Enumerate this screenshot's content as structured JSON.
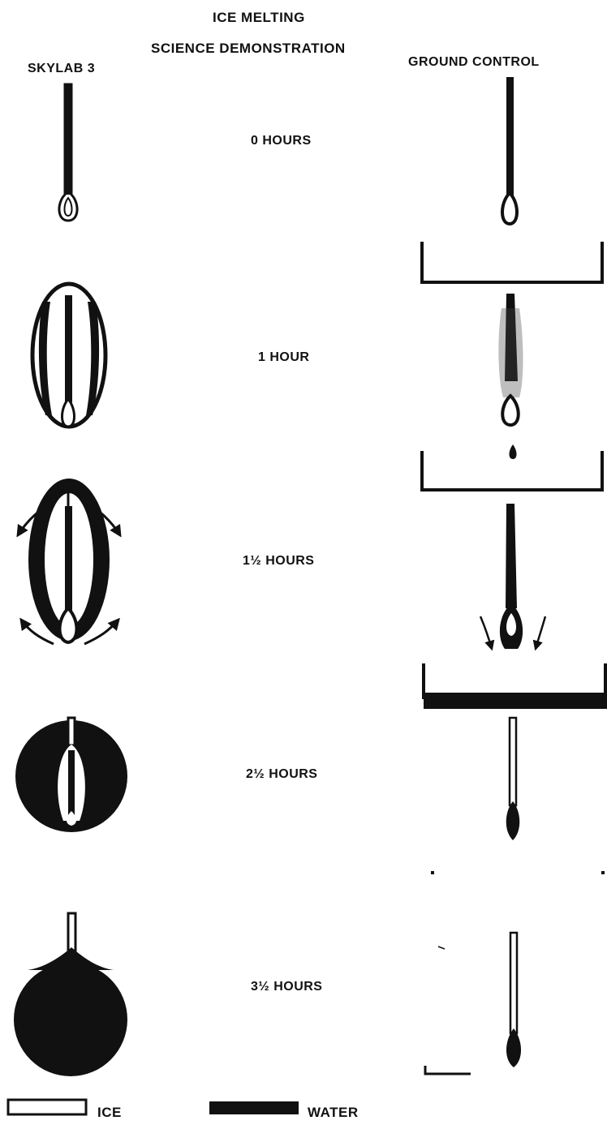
{
  "header": {
    "title_line1": "ICE MELTING",
    "title_line2": "SCIENCE DEMONSTRATION"
  },
  "columns": {
    "left": "SKYLAB 3",
    "right": "GROUND CONTROL"
  },
  "stages": [
    {
      "label": "0 HOURS"
    },
    {
      "label": "1 HOUR"
    },
    {
      "label": "1½ HOURS"
    },
    {
      "label": "2½ HOURS"
    },
    {
      "label": "3½ HOURS"
    }
  ],
  "legend": {
    "ice": "ICE",
    "water": "WATER"
  },
  "colors": {
    "ink": "#111111",
    "paper": "#ffffff"
  }
}
